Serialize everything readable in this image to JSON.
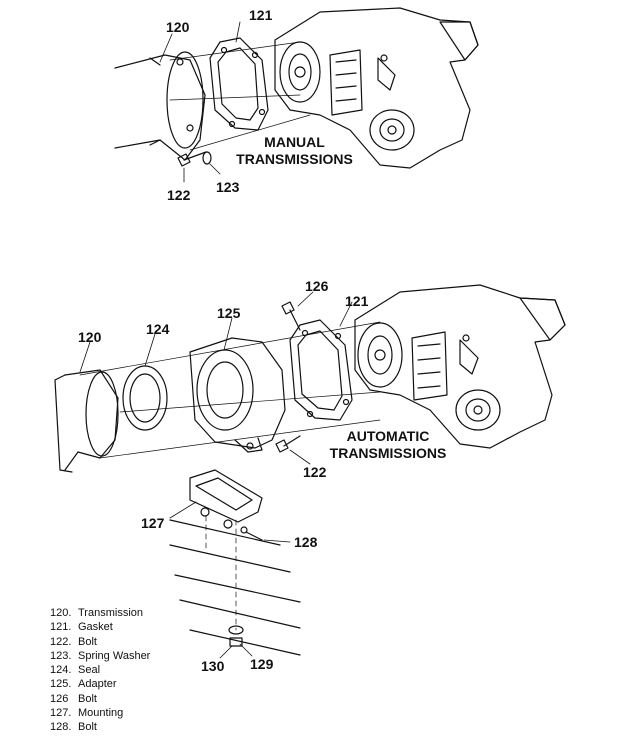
{
  "captions": {
    "manual": [
      "MANUAL",
      "TRANSMISSIONS"
    ],
    "automatic": [
      "AUTOMATIC",
      "TRANSMISSIONS"
    ]
  },
  "callouts": {
    "manual": {
      "transmission": "120",
      "gasket": "121",
      "bolt": "122",
      "spring_washer": "123"
    },
    "automatic": {
      "transmission": "120",
      "seal": "124",
      "adapter": "125",
      "bolt_top": "126",
      "gasket": "121",
      "bolt_bottom": "122"
    },
    "mount": {
      "mounting": "127",
      "bolt": "128",
      "washer": "129",
      "nut": "130"
    }
  },
  "legend": [
    {
      "num": "120.",
      "label": "Transmission"
    },
    {
      "num": "121.",
      "label": "Gasket"
    },
    {
      "num": "122.",
      "label": "Bolt"
    },
    {
      "num": "123.",
      "label": "Spring Washer"
    },
    {
      "num": "124.",
      "label": "Seal"
    },
    {
      "num": "125.",
      "label": "Adapter"
    },
    {
      "num": "126",
      "label": "Bolt"
    },
    {
      "num": "127.",
      "label": "Mounting"
    },
    {
      "num": "128.",
      "label": "Bolt"
    }
  ]
}
